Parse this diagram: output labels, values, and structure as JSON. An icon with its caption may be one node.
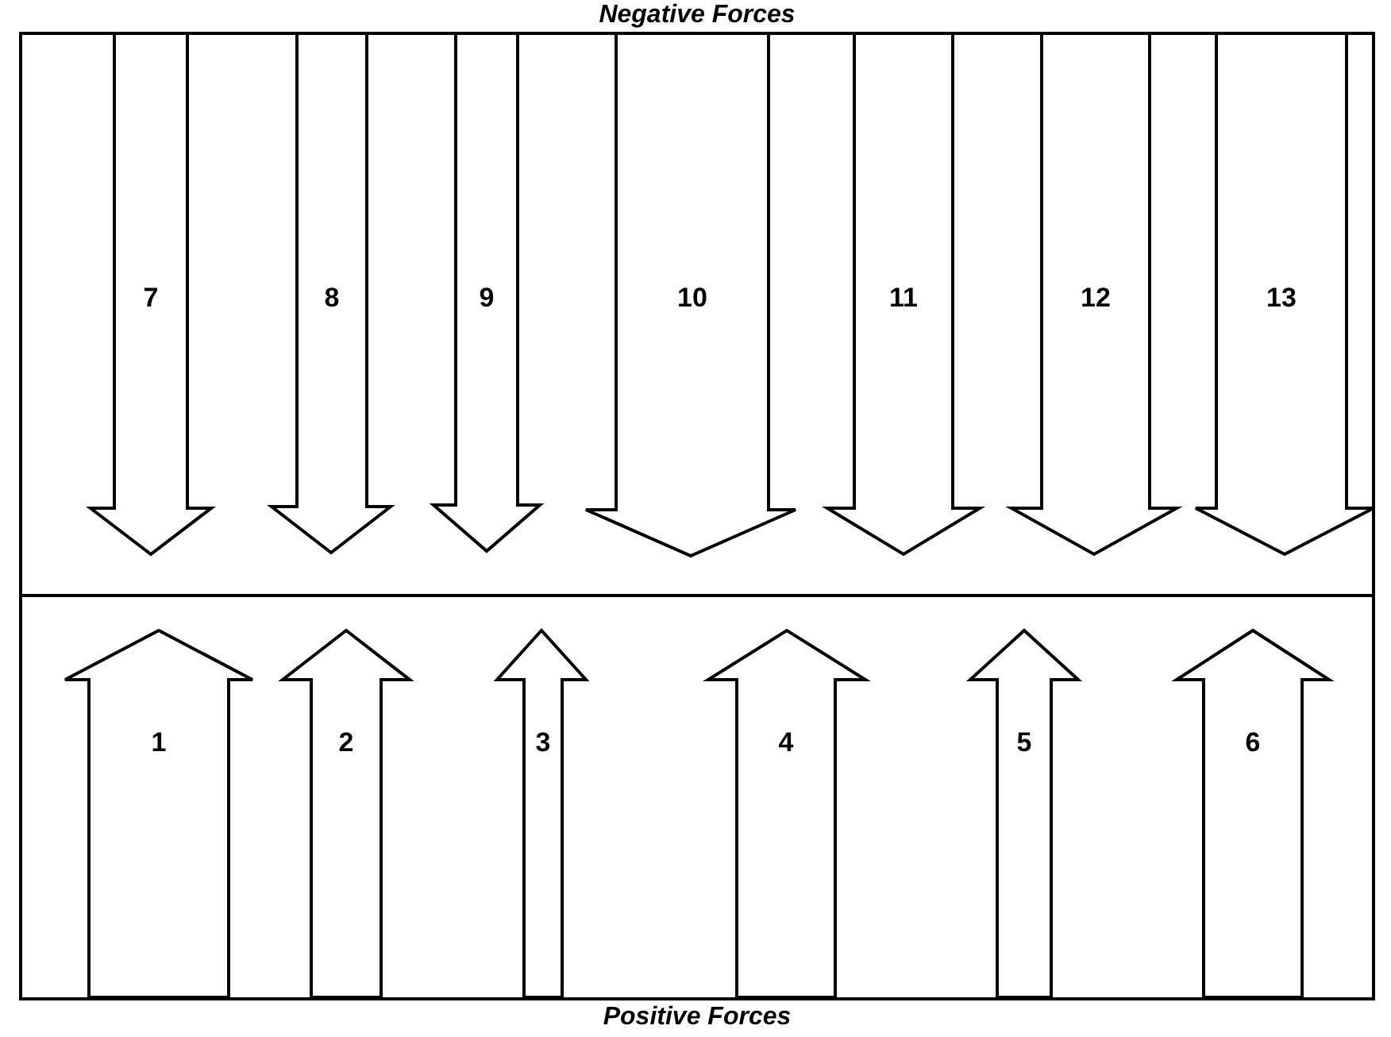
{
  "diagram": {
    "nodes": [
      {
        "text": [
          "Negative Forces"
        ]
      },
      {
        "text": [
          "7"
        ],
        "in": 0
      },
      {
        "text": [
          "8"
        ],
        "in": 0
      },
      {
        "text": [
          "9"
        ],
        "in": 0
      },
      {
        "text": [
          "10"
        ],
        "in": 0
      },
      {
        "text": [
          "11"
        ],
        "in": 0
      },
      {
        "text": [
          "12"
        ],
        "in": 0
      },
      {
        "text": [
          "13"
        ],
        "in": 0
      },
      {
        "text": [
          "Positive Forces"
        ]
      },
      {
        "text": [
          "1"
        ],
        "in": 8
      },
      {
        "text": [
          "2"
        ],
        "in": 8
      },
      {
        "text": [
          "3"
        ],
        "in": 8
      },
      {
        "text": [
          "4"
        ],
        "in": 8
      },
      {
        "text": [
          "5"
        ],
        "in": 8
      },
      {
        "text": [
          "6"
        ],
        "in": 8
      }
    ]
  }
}
